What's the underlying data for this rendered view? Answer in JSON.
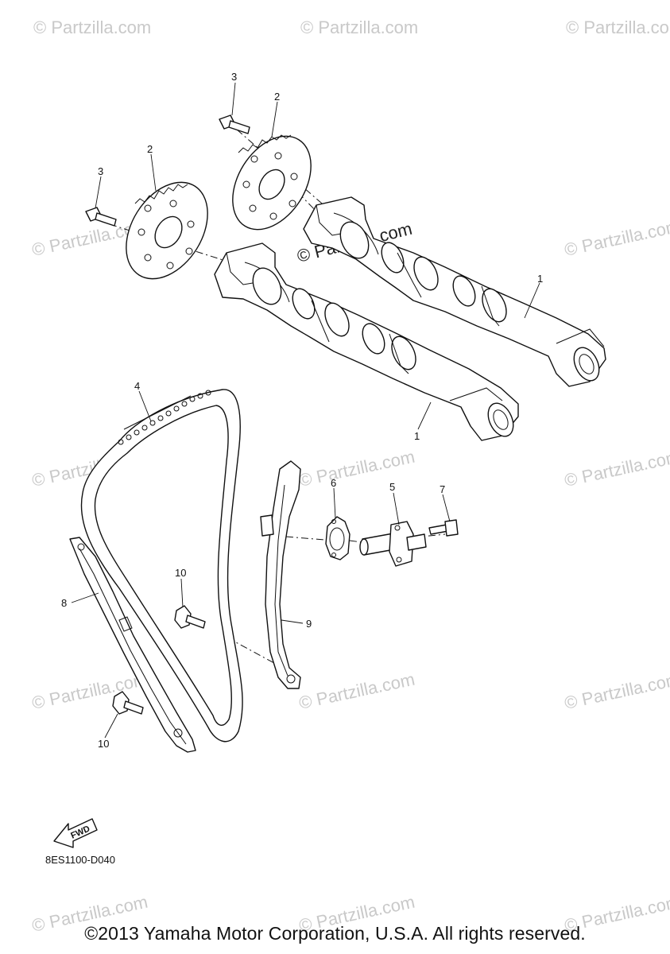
{
  "watermark": {
    "text": "© Partzilla.com"
  },
  "callouts": {
    "camshaft_upper": "1",
    "camshaft_lower": "1",
    "sprocket_upper": "2",
    "sprocket_lower": "2",
    "bolt_upper": "3",
    "bolt_lower": "3",
    "chain": "4",
    "tensioner": "5",
    "gasket": "6",
    "tensioner_bolt": "7",
    "chain_guide": "8",
    "tensioner_guide": "9",
    "guide_bolt_upper": "10",
    "guide_bolt_lower": "10"
  },
  "fwd_label": "FWD",
  "diagram_code": "8ES1100-D040",
  "copyright": "©2013 Yamaha Motor Corporation, U.S.A. All rights reserved.",
  "icons": [
    "fwd-arrow-icon"
  ]
}
